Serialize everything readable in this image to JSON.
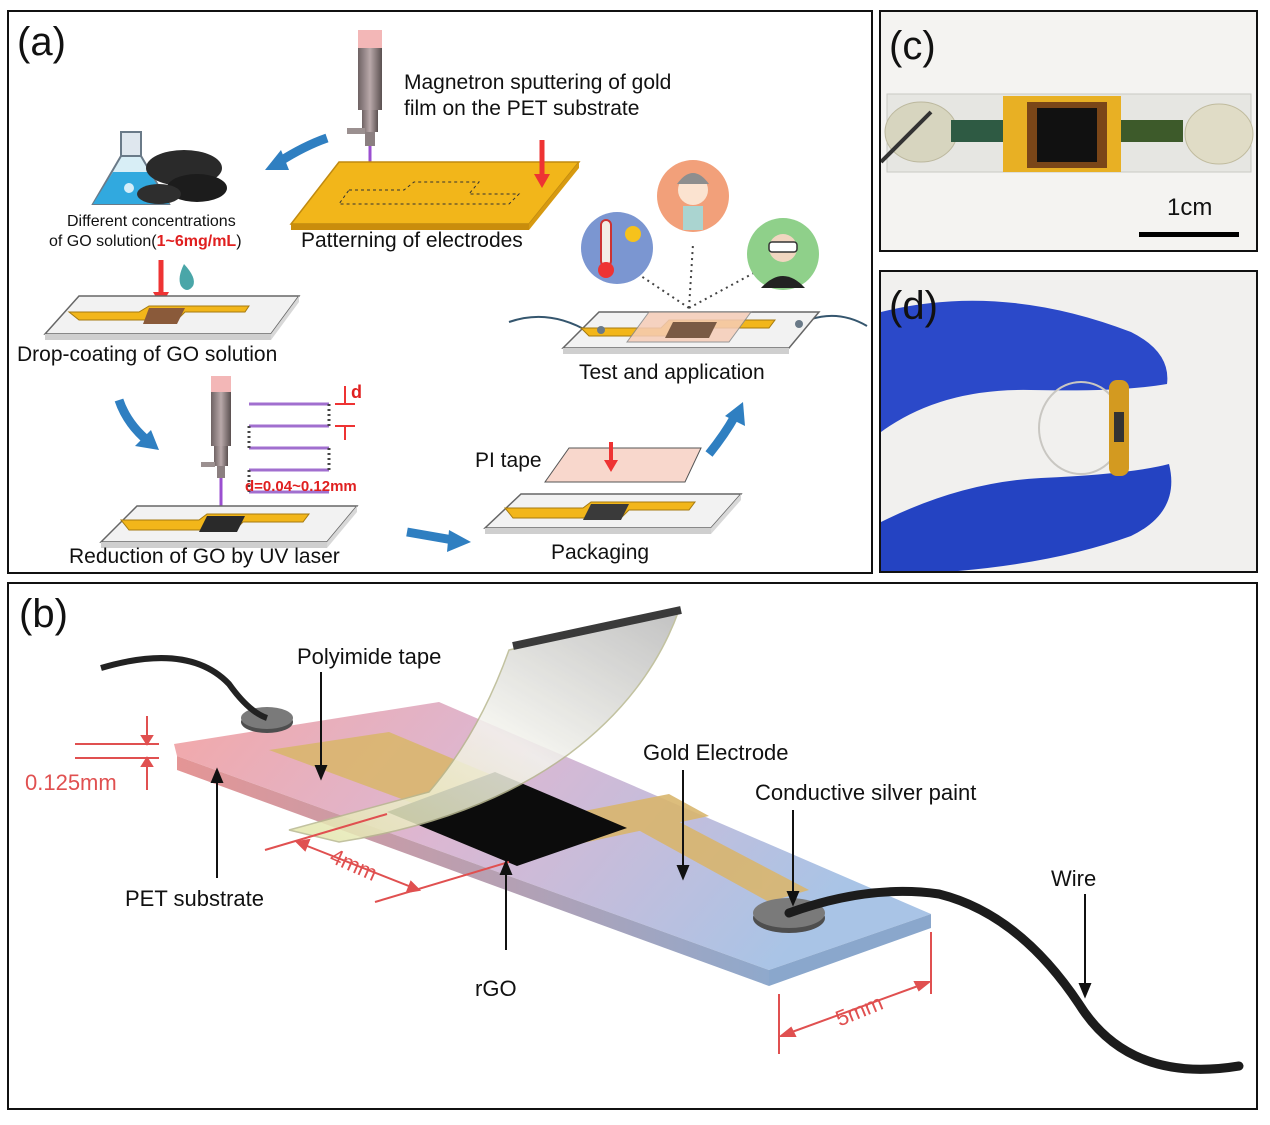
{
  "panel_a": {
    "label": "(a)",
    "sputter_line1": "Magnetron sputtering of gold",
    "sputter_line2": "film on the PET substrate",
    "patterning": "Patterning of electrodes",
    "go_line1": "Different concentrations",
    "go_line2_prefix": "of GO solution(",
    "go_line2_conc": "1~6mg/mL",
    "go_line2_suffix": ")",
    "drop_coating": "Drop-coating of GO solution",
    "d_symbol": "d",
    "d_range": "d=0.04~0.12mm",
    "reduction": "Reduction of GO by UV laser",
    "pi_tape": "PI tape",
    "packaging": "Packaging",
    "test_application": "Test and application"
  },
  "panel_b": {
    "label": "(b)",
    "polyimide_tape": "Polyimide tape",
    "thickness": "0.125mm",
    "gold_electrode": "Gold Electrode",
    "silver_paint": "Conductive silver paint",
    "pet_substrate": "PET substrate",
    "width_4mm": "4mm",
    "rgo": "rGO",
    "wire": "Wire",
    "width_5mm": "5mm"
  },
  "panel_c": {
    "label": "(c)",
    "scale_bar": "1cm"
  },
  "panel_d": {
    "label": "(d)"
  },
  "colors": {
    "gold": "#f2b61a",
    "arrow_blue": "#2f7fc1",
    "dimension_red": "#e05050",
    "rgo_black": "#111111"
  }
}
